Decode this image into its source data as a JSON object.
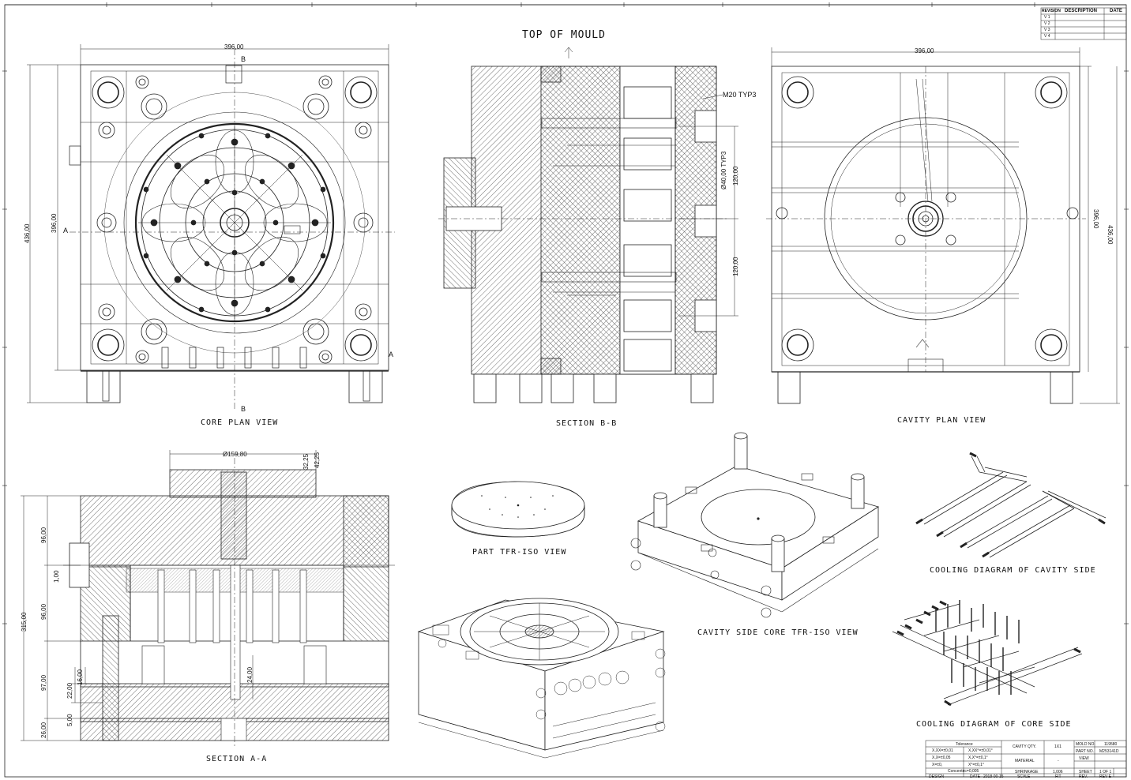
{
  "views": {
    "core_plan": "CORE PLAN VIEW",
    "section_bb": "SECTION B-B",
    "cavity_plan": "CAVITY PLAN VIEW",
    "section_aa": "SECTION A-A",
    "part_iso": "PART TFR-ISO VIEW",
    "cavity_iso": "CAVITY SIDE CORE TFR-ISO VIEW",
    "cooling_cavity": "COOLING DIAGRAM OF CAVITY SIDE",
    "cooling_core": "COOLING DIAGRAM OF CORE SIDE"
  },
  "top_of_mould": "TOP OF MOULD",
  "markers": {
    "b_top": "B",
    "b_bottom": "B",
    "a_left": "A",
    "a_right": "A"
  },
  "dims": {
    "core_width": "396,00",
    "core_height_outer": "436,00",
    "core_height_inner": "396,00",
    "cavity_width": "396,00",
    "cavity_height_inner": "396,00",
    "cavity_height_outer": "436,00",
    "bb_m20": "M20 TYP3",
    "bb_dia": "Ø40,00 TYP3",
    "bb_120_top": "120,00",
    "bb_120_bot": "120,00",
    "aa_dia": "Ø159,80",
    "aa_3225": "32,25",
    "aa_4225": "42,25",
    "aa_315": "315,00",
    "aa_96_top": "96,00",
    "aa_100": "1,00",
    "aa_96_mid": "96,00",
    "aa_97": "97,00",
    "aa_26": "26,00",
    "aa_2200": "22,00",
    "aa_1600": "16,00",
    "aa_500": "5,00",
    "aa_2400": "24,00"
  },
  "revision_table": {
    "headers": [
      "REVISION",
      "DESCRIPTION",
      "DATE"
    ],
    "rows": [
      "V 1",
      "V 2",
      "V 3",
      "V 4"
    ]
  },
  "title_block": {
    "tolerance": "Tolerance",
    "tol_rows": [
      [
        "X,XX=±0,01",
        "X,XX°=±0,01°"
      ],
      [
        "X,X=±0,05",
        "X,X°=±0,1°"
      ],
      [
        "X=±0,",
        "X°=±0,1°"
      ]
    ],
    "concentric": "Concentric=0,005",
    "cavity_qty_label": "CAVITY QTY.",
    "cavity_qty": "1X1",
    "mold_no_label": "MOLD NO.",
    "mold_no": "119580",
    "part_no_label": "PART NO.",
    "part_no": "M253141D",
    "material_label": "MATERIAL",
    "material": "-",
    "view_label": "VIEW",
    "shrinkage_label": "SHRINKAGE",
    "shrinkage": "1,006",
    "sheet_label": "SHEET",
    "sheet": "1 OF 1",
    "design_label": "DESIGN",
    "date_label": "DATE",
    "date": "2018-00-15",
    "scale_label": "SCALE",
    "scale": "FIT",
    "rev_label": "REV.",
    "rev": "REV E"
  }
}
